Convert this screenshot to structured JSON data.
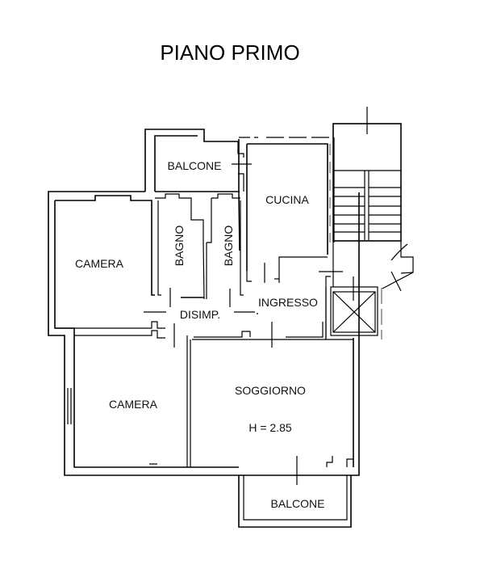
{
  "title": "PIANO PRIMO",
  "rooms": {
    "balcone_top": "BALCONE",
    "cucina": "CUCINA",
    "camera_top": "CAMERA",
    "bagno_1": "BAGNO",
    "bagno_2": "BAGNO",
    "disimpegno": "DISIMP.",
    "ingresso": "INGRESSO",
    "camera_bottom": "CAMERA",
    "soggiorno": "SOGGIORNO",
    "ceiling_height": "H = 2.85",
    "balcone_bottom": "BALCONE"
  },
  "colors": {
    "line": "#000000",
    "background": "#ffffff"
  }
}
